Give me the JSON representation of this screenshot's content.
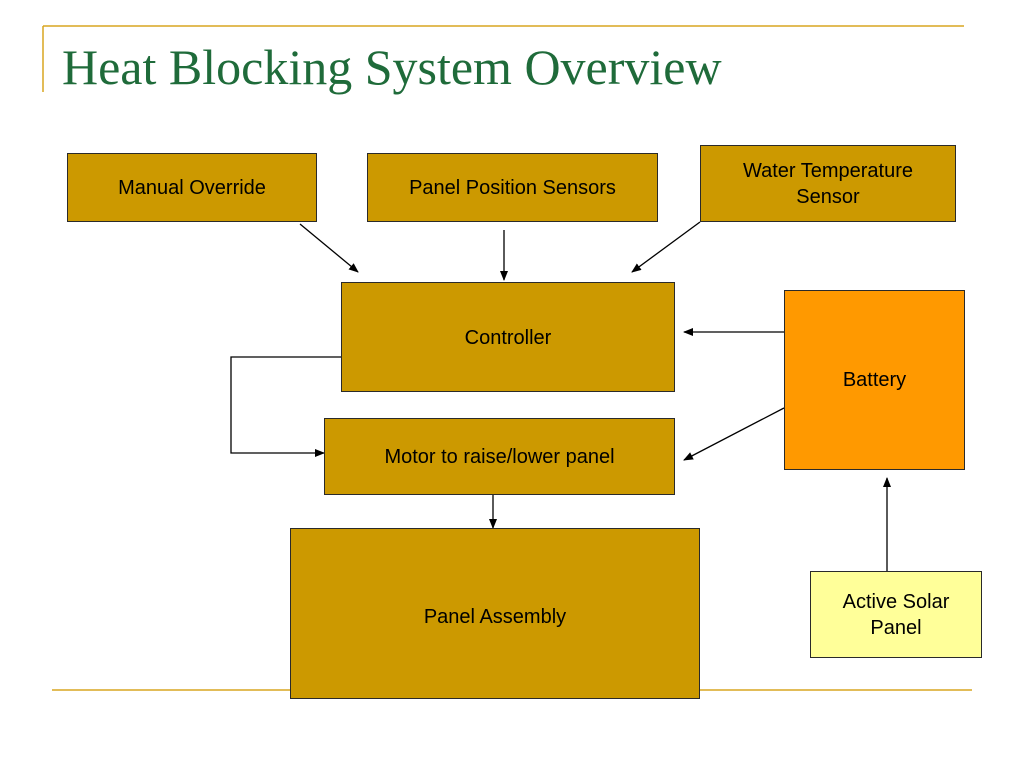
{
  "slide": {
    "title": "Heat Blocking System Overview"
  },
  "diagram": {
    "nodes": {
      "manual_override": "Manual Override",
      "panel_position_sensors": "Panel Position Sensors",
      "water_temperature_sensor": "Water Temperature\nSensor",
      "controller": "Controller",
      "battery": "Battery",
      "motor": "Motor to raise/lower panel",
      "panel_assembly": "Panel Assembly",
      "active_solar_panel": "Active Solar\nPanel"
    },
    "colors": {
      "box_gold": "#cc9900",
      "box_orange": "#ff9900",
      "box_pale_yellow": "#ffff99",
      "title_green": "#1f6b3a",
      "accent_line": "#d9a520"
    }
  }
}
